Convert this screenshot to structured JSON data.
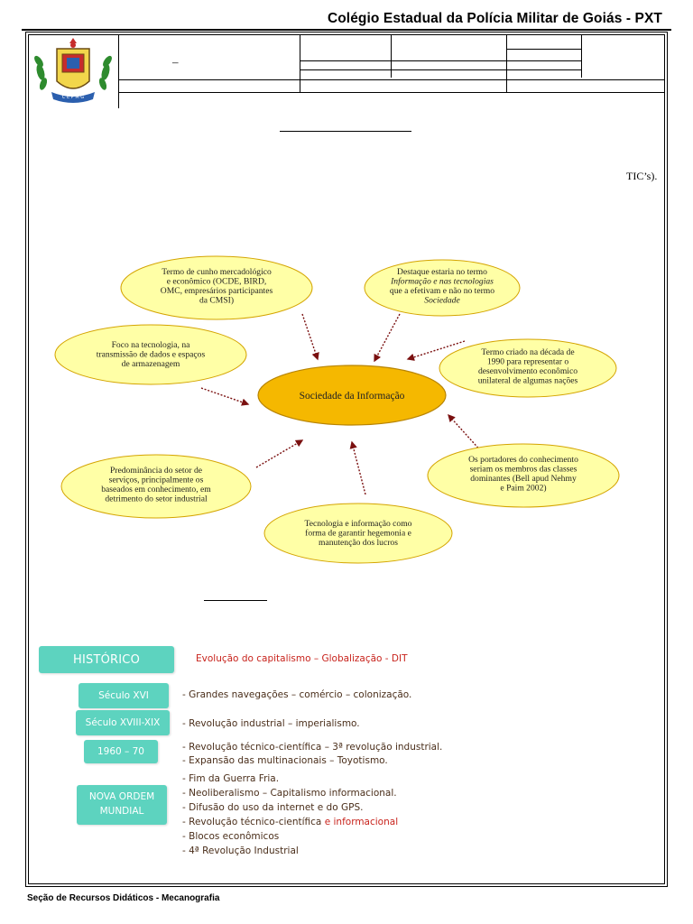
{
  "header": {
    "school_title": "Colégio Estadual da Polícia Militar de Goiás - PXT",
    "dash": "–",
    "crest_letters": "C E P M G"
  },
  "intro": {
    "tics_fragment": "TIC’s)."
  },
  "mindmap": {
    "center": {
      "label": "Sociedade da Informação",
      "fill": "#f5b800"
    },
    "bubble_fill": "#ffffa6",
    "bubbles": [
      {
        "lines": [
          "Termo de cunho mercadológico",
          "e econômico (OCDE, BIRD,",
          "OMC, empresários participantes",
          "da CMSI)"
        ]
      },
      {
        "lines": [
          "Destaque estaria no termo",
          "Informação e nas tecnologias",
          "que a efetivam e não no termo",
          "Sociedade"
        ]
      },
      {
        "lines": [
          "Foco na tecnologia, na",
          "transmissão de dados e espaços",
          "de armazenagem"
        ]
      },
      {
        "lines": [
          "Termo criado na década de",
          "1990 para representar o",
          "desenvolvimento econômico",
          "unilateral de algumas nações"
        ]
      },
      {
        "lines": [
          "Predominância do setor de",
          "serviços, principalmente os",
          "baseados em conhecimento, em",
          "detrimento do setor industrial"
        ]
      },
      {
        "lines": [
          "Os portadores do conhecimento",
          "seriam os membros das classes",
          "dominantes (Bell apud Nehmy",
          "e Paim 2002)"
        ]
      },
      {
        "lines": [
          "Tecnologia e informação como",
          "forma de garantir hegemonia e",
          "manutenção dos lucros"
        ]
      }
    ]
  },
  "timeline": {
    "heading": "HISTÓRICO",
    "heading_caption": "Evolução do capitalismo – Globalização - DIT",
    "periods": [
      {
        "label": "Século XVI",
        "lines": [
          "- Grandes navegações – comércio – colonização."
        ]
      },
      {
        "label": "Século XVIII-XIX",
        "lines": [
          "- Revolução industrial – imperialismo."
        ]
      },
      {
        "label": "1960 – 70",
        "lines": [
          "- Revolução técnico-científica – 3ª revolução industrial.",
          "- Expansão das multinacionais – Toyotismo."
        ]
      },
      {
        "label": "NOVA ORDEM MUNDIAL",
        "lines": [
          "- Fim da Guerra Fria.",
          "- Neoliberalismo – Capitalismo informacional.",
          "- Difusão do uso da internet e do GPS."
        ],
        "mixed_line": {
          "plain": "- Revolução técnico-científica ",
          "red": "e informacional"
        },
        "tail_lines": [
          "- Blocos econômicos",
          "- 4ª Revolução Industrial"
        ]
      }
    ],
    "colors": {
      "box": "#5dd3bf",
      "text": "#4a2e1a",
      "accent": "#c8231c"
    }
  },
  "footer": {
    "text": "Seção de Recursos Didáticos - Mecanografia"
  }
}
